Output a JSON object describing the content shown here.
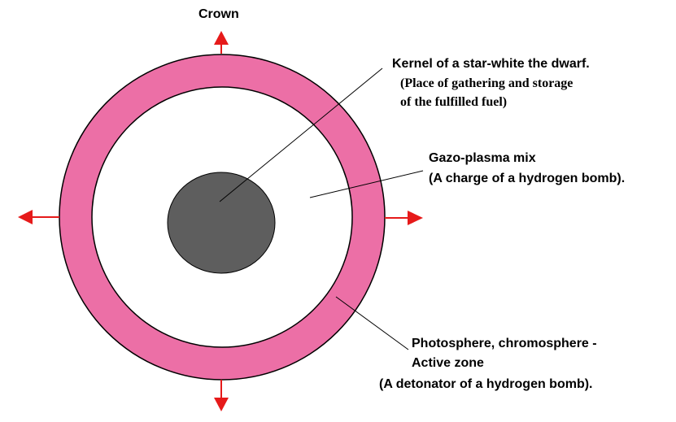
{
  "colors": {
    "ring": "#ec6fa6",
    "ring_outline": "#000000",
    "kernel": "#5e5e5e",
    "arrow": "#e61a1a",
    "background": "#ffffff",
    "leader_line": "#000000"
  },
  "labels": {
    "crown": "Crown",
    "kernel": {
      "title": "Kernel of a star-white the dwarf.",
      "note_line1": "(Place of gathering and storage",
      "note_line2": "of the fulfilled fuel)"
    },
    "gazo": {
      "line1": "Gazo-plasma mix",
      "line2": "(A charge of a hydrogen bomb)."
    },
    "photosphere": {
      "line1": "Photosphere, chromosphere -",
      "line2": "Active zone",
      "line3": "(A detonator of a hydrogen bomb)."
    }
  }
}
